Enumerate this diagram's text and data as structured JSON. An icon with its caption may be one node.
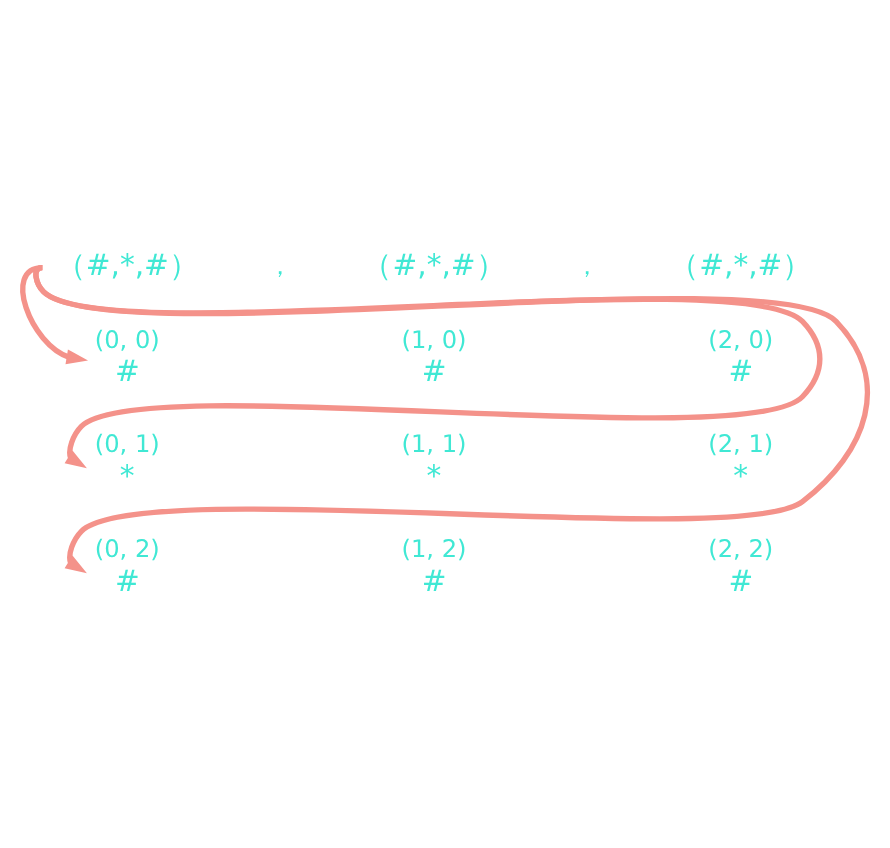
{
  "diagram": {
    "nodes": [
      {
        "text": [
          "（#,*,#）"
        ]
      },
      {
        "text": [
          "（#,*,#）"
        ]
      },
      {
        "text": [
          "（#,*,#）"
        ]
      },
      {
        "text": [
          "#"
        ],
        "beside": [
          "(0, 0)"
        ]
      },
      {
        "text": [
          "#"
        ],
        "beside": [
          "(1, 0)"
        ]
      },
      {
        "text": [
          "#"
        ],
        "beside": [
          "(2, 0)"
        ]
      },
      {
        "text": [
          "*"
        ],
        "beside": [
          "(0, 1)"
        ]
      },
      {
        "text": [
          "*"
        ],
        "beside": [
          "(1, 1)"
        ]
      },
      {
        "text": [
          "*"
        ],
        "beside": [
          "(2, 1)"
        ]
      },
      {
        "text": [
          "#"
        ],
        "beside": [
          "(0, 2)"
        ]
      },
      {
        "text": [
          "#"
        ],
        "beside": [
          "(1, 2)"
        ]
      },
      {
        "text": [
          "#"
        ],
        "beside": [
          "(2, 2)"
        ]
      }
    ],
    "edges": [
      {
        "from": 0,
        "to": 3,
        "arrow": "to"
      },
      {
        "from": 0,
        "to": 6,
        "arrow": "to"
      },
      {
        "from": 0,
        "to": 9,
        "arrow": "to"
      }
    ],
    "labels": [
      "，",
      "，"
    ]
  }
}
